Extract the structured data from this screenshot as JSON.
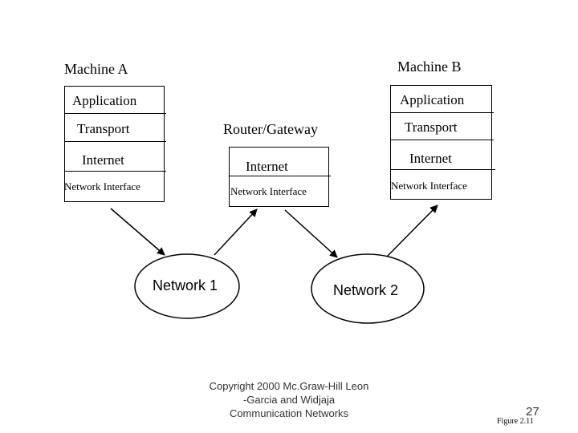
{
  "machine_a": {
    "title": "Machine A",
    "layers": [
      "Application",
      "Transport",
      "Internet",
      "Network Interface"
    ]
  },
  "machine_b": {
    "title": "Machine B",
    "layers": [
      "Application",
      "Transport",
      "Internet",
      "Network Interface"
    ]
  },
  "router": {
    "title": "Router/Gateway",
    "layers": [
      "Internet",
      "Network Interface"
    ]
  },
  "networks": {
    "net1": "Network 1",
    "net2": "Network 2"
  },
  "footer": {
    "copyright_line1": "Copyright 2000 Mc.Graw-Hill Leon",
    "copyright_line2": "-Garcia and Widjaja",
    "copyright_line3": "Communication Networks",
    "page_number": "27",
    "figure_label": "Figure 2.11"
  }
}
